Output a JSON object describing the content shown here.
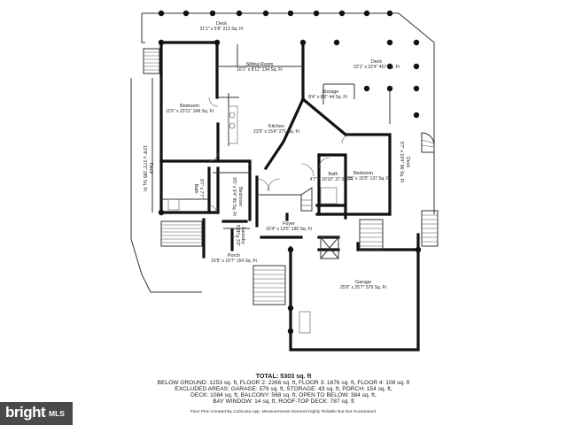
{
  "rooms": {
    "deck_top": {
      "name": "Deck",
      "dims": "31'1\" x 5'8\" 213 Sq. Ft"
    },
    "sitting": {
      "name": "Sitting Room",
      "dims": "16'1\" x 8'11\" 134 Sq. Ft"
    },
    "deck_right": {
      "name": "Deck",
      "dims": "22'1\" x 22'4\" 407 Sq. Ft"
    },
    "bedroom_left": {
      "name": "Bedroom",
      "dims": "11'5\" x 23'11\" 249 Sq. Ft"
    },
    "storage": {
      "name": "Storage",
      "dims": "8'4\" x 8'6\" 44 Sq. Ft"
    },
    "kitchen": {
      "name": "Kitchen",
      "dims": "23'5\" x 15'4\" 271 Sq. Ft"
    },
    "deck_left": {
      "name": "Deck",
      "dims": "12'8\" x 37'2\" 285 Sq. Ft"
    },
    "bath_right": {
      "name": "Bath",
      "dims": "4'7\" x 10'10\" 37 Sq. Ft"
    },
    "bedroom_right": {
      "name": "Bedroom",
      "dims": "9'5\" x 15'0\" 137 Sq. Ft"
    },
    "deck_far_right": {
      "name": "Deck",
      "dims": "5'7\" x 19'4\" 86 Sq. Ft"
    },
    "bath_left": {
      "name": "Bath",
      "dims": "8'7\" x 7'7\""
    },
    "bedroom_small": {
      "name": "Bedroom",
      "dims": "9'5\" x 9'4\" 96 Sq. Ft"
    },
    "foyer": {
      "name": "Foyer",
      "dims": "16'4\" x 13'6\" 190 Sq. Ft"
    },
    "laundry": {
      "name": "Laundry",
      "dims": "5'11\" x 3'2\""
    },
    "porch": {
      "name": "Porch",
      "dims": "16'5\" x 10'7\" 154 Sq. Ft"
    },
    "garage": {
      "name": "Garage",
      "dims": "25'6\" x 25'7\" 579 Sq. Ft"
    }
  },
  "summary": {
    "total": "TOTAL: 5303 sq. ft",
    "lines": [
      "BELOW GROUND: 1253 sq. ft, FLOOR 2: 2266 sq. ft, FLOOR 3: 1676 sq. ft, FLOOR 4: 108 sq. ft",
      "EXCLUDED AREAS: GARAGE: 579 sq. ft, STORAGE: 43 sq. ft, PORCH: 154 sq. ft,",
      "DECK: 1084 sq. ft, BALCONY: 568 sq. ft, OPEN TO BELOW: 384 sq. ft,",
      "BAY WINDOW: 14 sq. ft, ROOF-TOP DECK: 787 sq. ft"
    ],
    "credit": "Floor Plan Created By Cubicasa App. Measurements Deemed Highly Reliable But Not Guaranteed."
  },
  "watermark": {
    "brand": "bright",
    "mls": "MLS"
  }
}
